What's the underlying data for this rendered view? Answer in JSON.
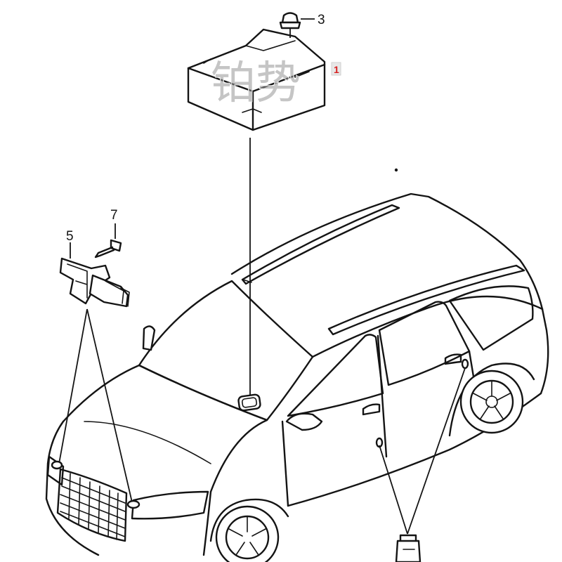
{
  "diagram": {
    "callouts": [
      {
        "id": "callout-1",
        "text": "1"
      },
      {
        "id": "callout-3",
        "text": "3"
      },
      {
        "id": "callout-5",
        "text": "5"
      },
      {
        "id": "callout-7",
        "text": "7"
      }
    ],
    "watermark": {
      "text": "铂势"
    },
    "colors": {
      "line": "#141414",
      "watermark": "#969696",
      "tag": "#d62020",
      "background": "#ffffff"
    }
  }
}
